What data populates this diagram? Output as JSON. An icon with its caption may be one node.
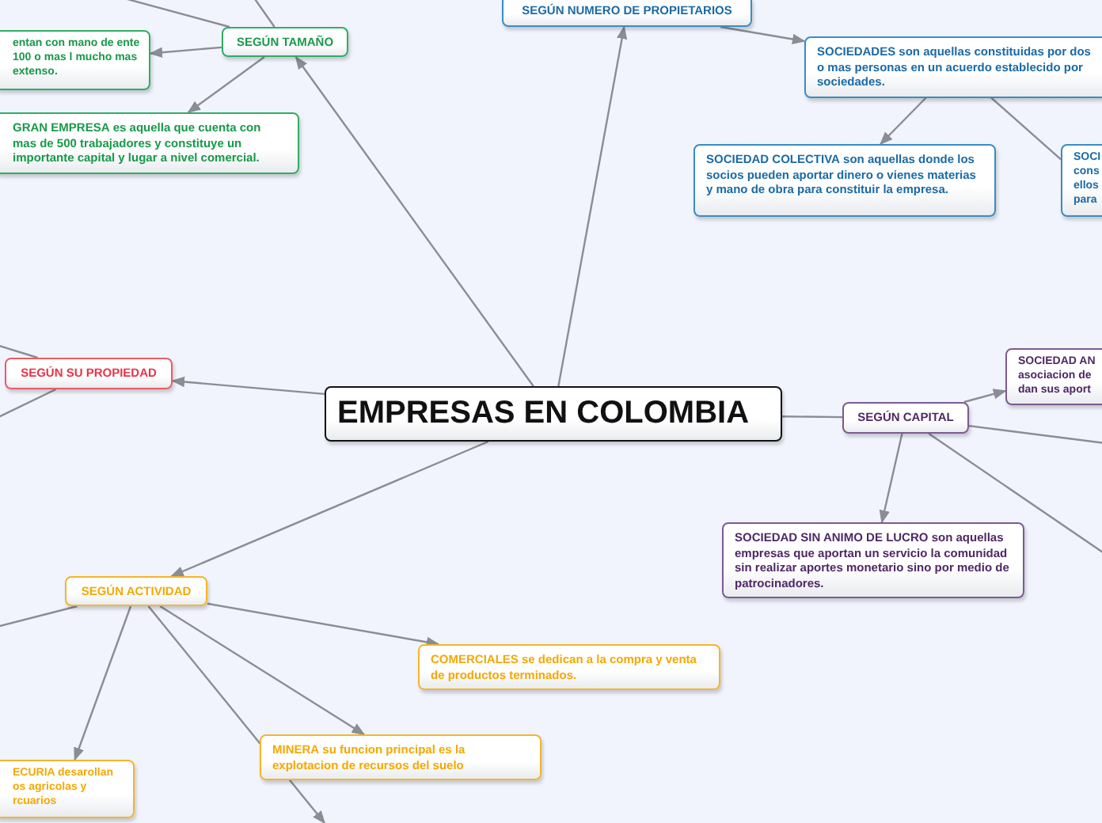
{
  "diagram": {
    "nodes": [
      {
        "text": [
          "EMPRESAS EN COLOMBIA"
        ]
      },
      {
        "text": [
          "SEGÚN NUMERO DE  PROPIETARIOS"
        ]
      },
      {
        "text": [
          "**SOCIEDADES** son aquellas constituidas por dos o mas personas en un acuerdo establecido por sociedades."
        ]
      },
      {
        "text": [
          "**SOCIEDAD COLECTIVA** son aquellas donde los socios pueden aportar dinero o vienes materias y mano de obra para constituir la empresa."
        ]
      },
      {
        "text": [
          "SOCI cons ellos para"
        ]
      },
      {
        "text": [
          "SEGÚN TAMAÑO"
        ]
      },
      {
        "text": [
          "entan con mano de ente 100 o mas l mucho mas extenso."
        ]
      },
      {
        "text": [
          "**GRAN EMPRESA** es aquella que cuenta con mas de 500 trabajadores y constituye un importante capital y lugar a nivel comercial."
        ]
      },
      {
        "text": [
          "SEGÚN SU PROPIEDAD"
        ]
      },
      {
        "text": [
          "SEGÚN CAPITAL"
        ]
      },
      {
        "text": [
          "SOCIEDAD AN asociacion de dan sus aport"
        ]
      },
      {
        "text": [
          "**SOCIEDAD SIN ANIMO DE LUCRO** son aquellas empresas que aportan un servicio la comunidad sin realizar aportes monetario sino por medio de patrocinadores."
        ]
      },
      {
        "text": [
          "SEGÚN ACTIVIDAD"
        ]
      },
      {
        "text": [
          "**COMERCIALES** se dedican a la compra y venta de productos terminados."
        ]
      },
      {
        "text": [
          "**MINERA**  su funcion principal es la explotacion de recursos del suelo"
        ]
      },
      {
        "text": [
          "ECURIA desarollan os agricolas y rcuarios"
        ]
      }
    ],
    "edges": [
      {
        "from": 0,
        "to": 1,
        "arrow": "to"
      },
      {
        "from": 0,
        "to": 5,
        "arrow": "to"
      },
      {
        "from": 0,
        "to": 8,
        "arrow": "to"
      },
      {
        "from": 0,
        "to": 9,
        "arrow": "none"
      },
      {
        "from": 0,
        "to": 12,
        "arrow": "to"
      },
      {
        "from": 1,
        "to": 2,
        "arrow": "to"
      },
      {
        "from": 2,
        "to": 3,
        "arrow": "to"
      },
      {
        "from": 2,
        "to": 4,
        "arrow": "none"
      },
      {
        "from": 5,
        "to": 6,
        "arrow": "to"
      },
      {
        "from": 5,
        "to": 7,
        "arrow": "to"
      },
      {
        "from": 5,
        "to": null,
        "arrow": "none"
      },
      {
        "from": 5,
        "to": null,
        "arrow": "none"
      },
      {
        "from": 8,
        "to": null,
        "arrow": "none"
      },
      {
        "from": 8,
        "to": null,
        "arrow": "none"
      },
      {
        "from": 9,
        "to": 10,
        "arrow": "to"
      },
      {
        "from": 9,
        "to": null,
        "arrow": "none"
      },
      {
        "from": 9,
        "to": null,
        "arrow": "none"
      },
      {
        "from": 9,
        "to": 11,
        "arrow": "to"
      },
      {
        "from": 12,
        "to": null,
        "arrow": "none"
      },
      {
        "from": 12,
        "to": 15,
        "arrow": "to"
      },
      {
        "from": 12,
        "to": 13,
        "arrow": "to"
      },
      {
        "from": 12,
        "to": 14,
        "arrow": "to"
      },
      {
        "from": 12,
        "to": null,
        "arrow": "to"
      }
    ]
  }
}
